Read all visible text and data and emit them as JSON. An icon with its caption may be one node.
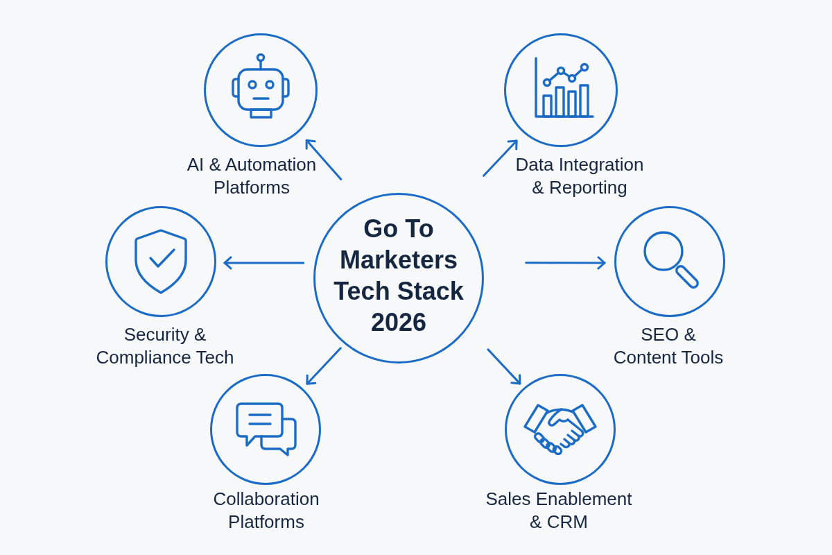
{
  "diagram": {
    "nodes": [
      {
        "text": [
          "Go To Marketers Tech Stack 2026"
        ]
      },
      {
        "text": [
          "AI & Automation Platforms"
        ]
      },
      {
        "text": [
          "Data Integration & Reporting"
        ]
      },
      {
        "text": [
          "Security & Compliance Tech"
        ]
      },
      {
        "text": [
          "SEO & Content Tools"
        ]
      },
      {
        "text": [
          "Collaboration Platforms"
        ]
      },
      {
        "text": [
          "Sales Enablement & CRM"
        ]
      }
    ],
    "edges": [
      {
        "from": 0,
        "to": 1,
        "arrow": "to"
      },
      {
        "from": 0,
        "to": 2,
        "arrow": "to"
      },
      {
        "from": 0,
        "to": 3,
        "arrow": "to"
      },
      {
        "from": 0,
        "to": 4,
        "arrow": "to"
      },
      {
        "from": 0,
        "to": 5,
        "arrow": "to"
      },
      {
        "from": 0,
        "to": 6,
        "arrow": "to"
      }
    ]
  }
}
